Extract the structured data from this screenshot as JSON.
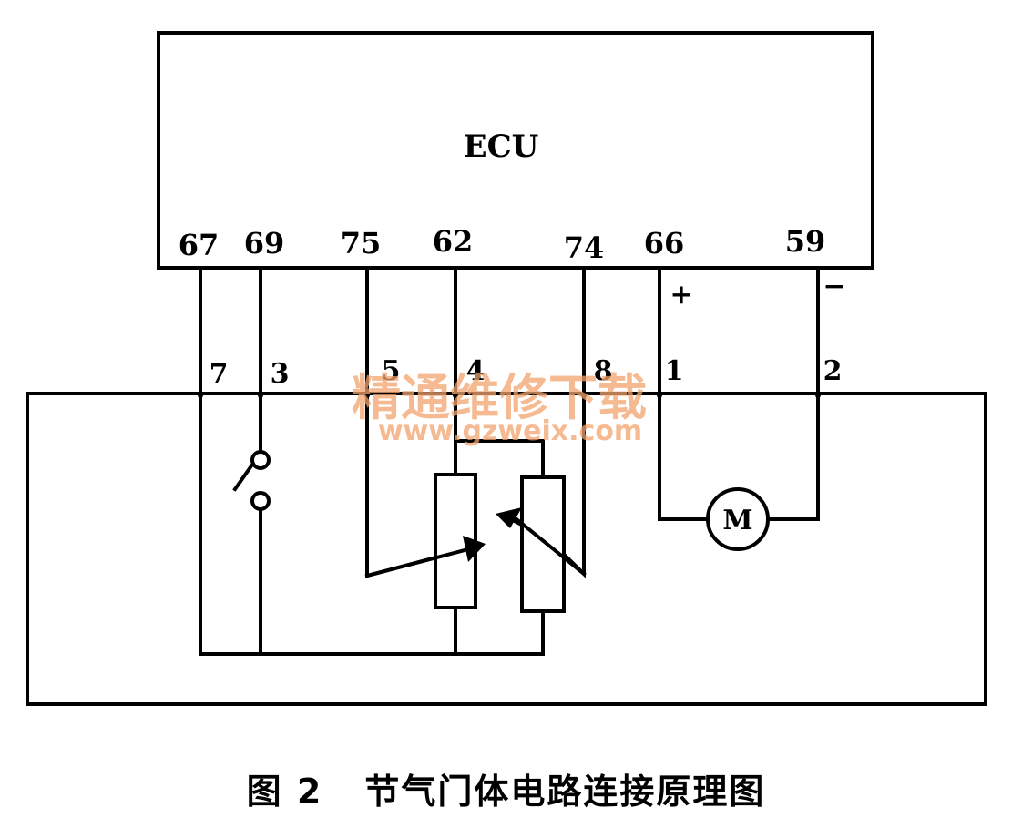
{
  "diagram": {
    "ecu_label": "ECU",
    "ecu_pins": {
      "p67": "67",
      "p69": "69",
      "p75": "75",
      "p62": "62",
      "p74": "74",
      "p66": "66",
      "p59": "59"
    },
    "polarity": {
      "plus": "+",
      "minus": "−"
    },
    "connector_pins": {
      "p7": "7",
      "p3": "3",
      "p5": "5",
      "p4": "4",
      "p8": "8",
      "p1": "1",
      "p2": "2"
    },
    "motor_label": "M",
    "watermark": {
      "text": "精通维修下载",
      "url": "www.gzweix.com",
      "color": "#f2a46e"
    }
  },
  "caption": {
    "figure_number": "图 2",
    "title": "节气门体电路连接原理图"
  }
}
